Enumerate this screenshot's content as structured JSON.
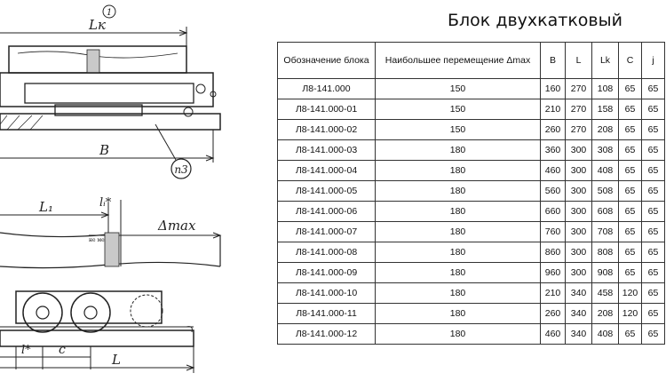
{
  "title": "Блок двухкатковый",
  "drawing": {
    "top_labels": {
      "circle": "①",
      "lk": "Lк",
      "b": "B",
      "callout": "п3"
    },
    "bottom_labels": {
      "l1": "L₁",
      "li_star": "lᵢ*",
      "note": "не менее",
      "delta": "Δmax",
      "l_star": "l*",
      "c": "c",
      "l": "L"
    }
  },
  "table": {
    "headers": [
      "Обозначение блока",
      "Наибольшее перемещение Δmax",
      "B",
      "L",
      "Lk",
      "C",
      "j"
    ],
    "rows": [
      [
        "Л8-141.000",
        "150",
        "160",
        "270",
        "108",
        "65",
        "65"
      ],
      [
        "Л8-141.000-01",
        "150",
        "210",
        "270",
        "158",
        "65",
        "65"
      ],
      [
        "Л8-141.000-02",
        "150",
        "260",
        "270",
        "208",
        "65",
        "65"
      ],
      [
        "Л8-141.000-03",
        "180",
        "360",
        "300",
        "308",
        "65",
        "65"
      ],
      [
        "Л8-141.000-04",
        "180",
        "460",
        "300",
        "408",
        "65",
        "65"
      ],
      [
        "Л8-141.000-05",
        "180",
        "560",
        "300",
        "508",
        "65",
        "65"
      ],
      [
        "Л8-141.000-06",
        "180",
        "660",
        "300",
        "608",
        "65",
        "65"
      ],
      [
        "Л8-141.000-07",
        "180",
        "760",
        "300",
        "708",
        "65",
        "65"
      ],
      [
        "Л8-141.000-08",
        "180",
        "860",
        "300",
        "808",
        "65",
        "65"
      ],
      [
        "Л8-141.000-09",
        "180",
        "960",
        "300",
        "908",
        "65",
        "65"
      ],
      [
        "Л8-141.000-10",
        "180",
        "210",
        "340",
        "458",
        "120",
        "65"
      ],
      [
        "Л8-141.000-11",
        "180",
        "260",
        "340",
        "208",
        "120",
        "65"
      ],
      [
        "Л8-141.000-12",
        "180",
        "460",
        "340",
        "408",
        "65",
        "65"
      ]
    ]
  }
}
